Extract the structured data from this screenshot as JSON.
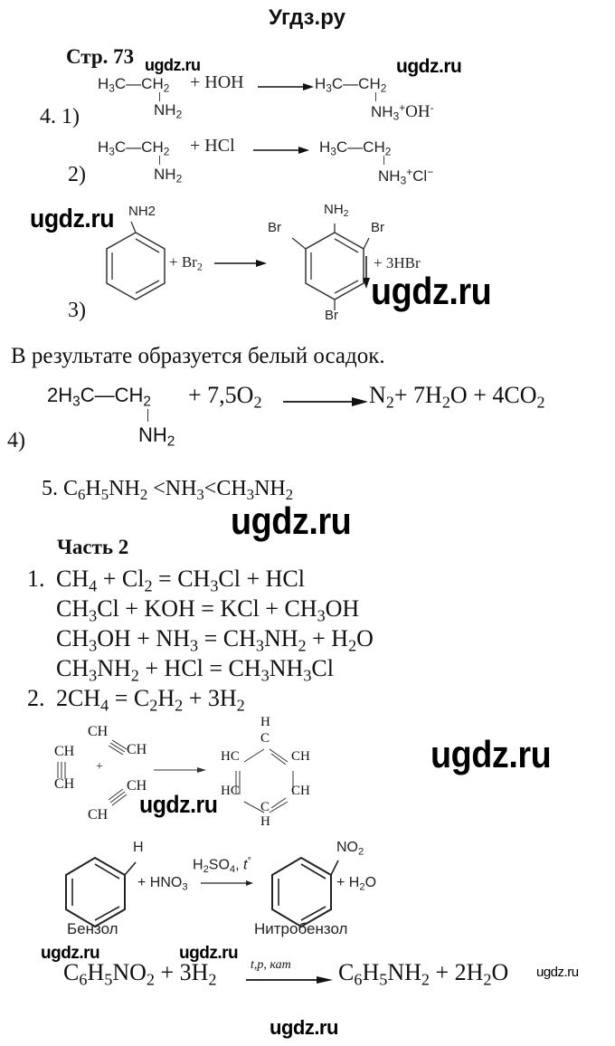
{
  "header": {
    "site_title": "Угдз.ру"
  },
  "page": {
    "label": "Стр. 73"
  },
  "watermarks": {
    "text": "ugdz.ru"
  },
  "task4": {
    "number": "4.",
    "parts": [
      {
        "label": "1)",
        "reactant_main": "H3C—CH2",
        "reactant_sub": "NH2",
        "plus": "+ HOH",
        "product_main": "H3C—CH2",
        "product_sub": "NH3+ OH-"
      },
      {
        "label": "2)",
        "reactant_main": "H3C—CH2",
        "reactant_sub": "NH2",
        "plus": "+ HCl",
        "product_main": "H3C—CH2",
        "product_sub": "NH3+ Cl-"
      },
      {
        "label": "3)",
        "reactant": "C6H5NH2 (aniline)",
        "reactant_group": "NH2",
        "reagent": "+ Br2",
        "product_groups": [
          "NH2",
          "Br",
          "Br",
          "Br"
        ],
        "byproduct": "+ 3HBr",
        "note": "В результате образуется белый осадок."
      },
      {
        "label": "4)",
        "coef": "2",
        "reactant_main": "H3C—CH2",
        "reactant_sub": "NH2",
        "oxygen": "+ 7,5O2",
        "products": "N2+ 7H2O + 4CO2"
      }
    ]
  },
  "task5": {
    "number": "5.",
    "text": "C6H5NH2 <NH3<CH3NH2"
  },
  "part2": {
    "heading": "Часть 2",
    "task1": {
      "number": "1.",
      "lines": [
        "CH4 + Cl2 = CH3Cl + HCl",
        "CH3Cl + KOH = KCl + CH3OH",
        "CH3OH + NH3 = CH3NH2 + H2O",
        "CH3NH2 + HCl = CH3NH3Cl"
      ]
    },
    "task2": {
      "number": "2.",
      "line1": "2CH4 = C2H2 + 3H2",
      "trimerization": {
        "reactant_labels": [
          "CH",
          "CH",
          "CH",
          "CH",
          "CH",
          "CH"
        ],
        "plus": "+",
        "product_labels": [
          "H",
          "C",
          "HC",
          "CH",
          "HC",
          "CH",
          "C",
          "H"
        ]
      },
      "nitration": {
        "reactant_group": "H",
        "reagent": "+ HNO3",
        "conditions": "H2SO4, t°",
        "product_group": "NO2",
        "byproduct": "+ H2O",
        "reactant_name": "Бензол",
        "product_name": "Нитробензол"
      },
      "reduction": {
        "left": "C6H5NO2 + 3H2",
        "conditions": "t,p, кат",
        "right": "C6H5NH2 + 2H2O"
      }
    }
  }
}
